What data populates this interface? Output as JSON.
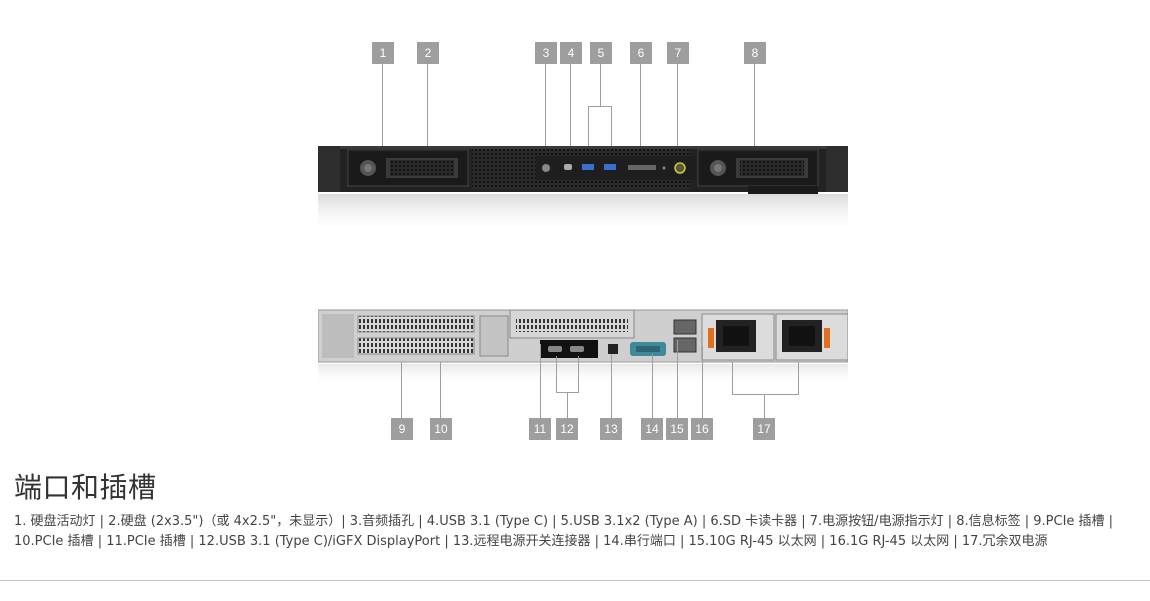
{
  "front_callouts": [
    "1",
    "2",
    "3",
    "4",
    "5",
    "6",
    "7",
    "8"
  ],
  "rear_callouts": [
    "9",
    "10",
    "11",
    "12",
    "13",
    "14",
    "15",
    "16",
    "17"
  ],
  "section": {
    "heading": "端口和插槽",
    "description": "1. 硬盘活动灯 | 2.硬盘 (2x3.5\")（或 4x2.5\"，未显示）| 3.音频插孔 | 4.USB 3.1 (Type C) | 5.USB 3.1x2 (Type A) | 6.SD 卡读卡器 | 7.电源按钮/电源指示灯 | 8.信息标签 | 9.PCIe 插槽 | 10.PCIe 插槽 | 11.PCIe 插槽 | 12.USB 3.1 (Type C)/iGFX DisplayPort | 13.远程电源开关连接器 | 14.串行端口 | 15.10G RJ-45 以太网 | 16.1G RJ-45 以太网 | 17.冗余双电源"
  },
  "colors": {
    "callout": "#9e9e9e",
    "chassis_dark": "#1c1c1c",
    "chassis_light": "#d4d4d4",
    "serial_port": "#3f8a9a",
    "psu_handle": "#e07020",
    "power_led": "#c8c850"
  }
}
